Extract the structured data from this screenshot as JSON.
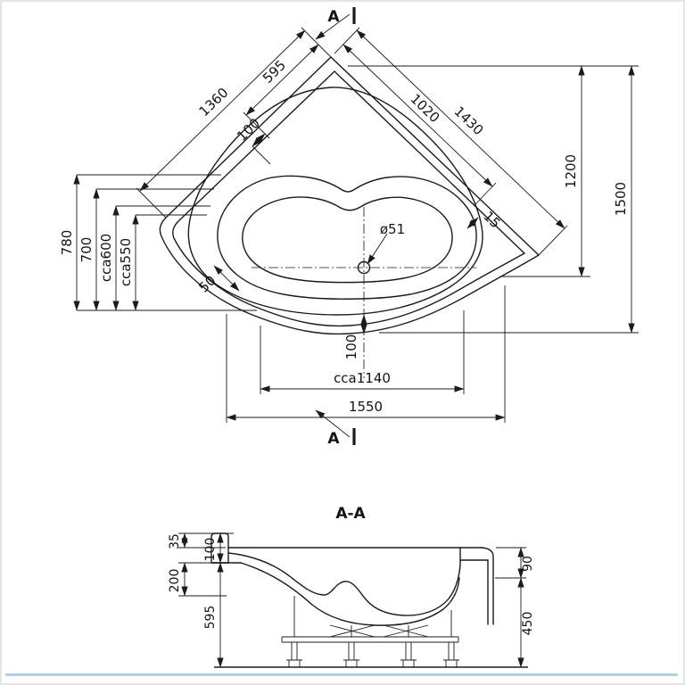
{
  "drawing": {
    "section_markers": {
      "top": "A",
      "bottom": "A"
    },
    "plan": {
      "edge_left": "1360",
      "edge_left_inner": "595",
      "flange_left": "100",
      "edge_right": "1430",
      "edge_right_inner": "1020",
      "rim_right_small": "15",
      "height_right": "1200",
      "height_right_total": "1500",
      "left_1": "780",
      "left_2": "700",
      "left_3": "cca600",
      "left_4": "cca550",
      "rim_left_small": "50",
      "drain_diameter": "ø51",
      "front_apron": "100",
      "front_inner_width": "cca1140",
      "front_width": "1550"
    },
    "section": {
      "title": "A-A",
      "lip_height": "35",
      "rim_height": "100",
      "depth_top": "200",
      "total_height": "595",
      "right_rim": "90",
      "right_height": "450"
    }
  }
}
